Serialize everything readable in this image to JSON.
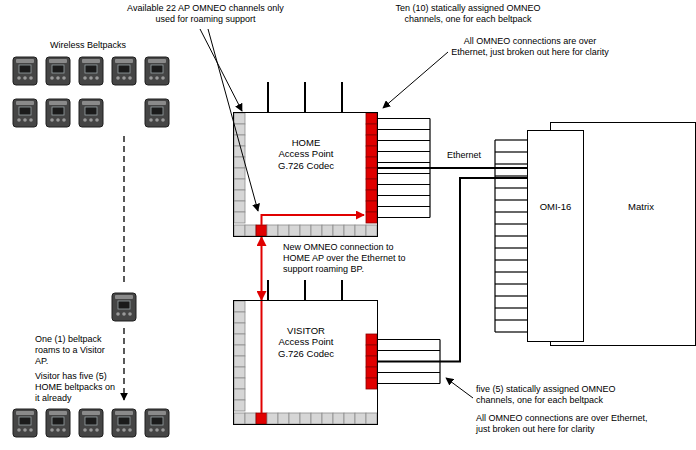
{
  "diagram": {
    "nodes": [
      {
        "text": [
          "HOME Access Point",
          "G.726 Codec"
        ]
      },
      {
        "text": [
          "OMI-16"
        ]
      },
      {
        "text": [
          "Matrix"
        ]
      },
      {
        "text": [
          "VISITOR Access Point",
          "G.726 Codec"
        ]
      }
    ],
    "edges": [
      {
        "from": 0,
        "to": 1,
        "arrow": "none"
      },
      {
        "from": 3,
        "to": 1,
        "arrow": "none"
      },
      {
        "from": 0,
        "to": 3,
        "arrow": "both"
      }
    ],
    "labels": [
      "Available 22 AP OMNEO channels only used for roaming support",
      "Ten (10) statically assigned OMNEO channels, one for each beltpack",
      "All OMNEO connections are over Ethernet, just broken out here for clarity",
      "Wireless Beltpacks",
      "Ethernet",
      "New OMNEO connection to HOME AP over the Ethernet to support roaming BP.",
      "One (1) beltpack roams to a Visitor AP.",
      "Visitor has five (5) HOME beltpacks on it already",
      "five (5) statically assigned OMNEO channels, one for each beltpack",
      "All OMNEO connections are over Ethernet, just broken out here for clarity"
    ]
  }
}
